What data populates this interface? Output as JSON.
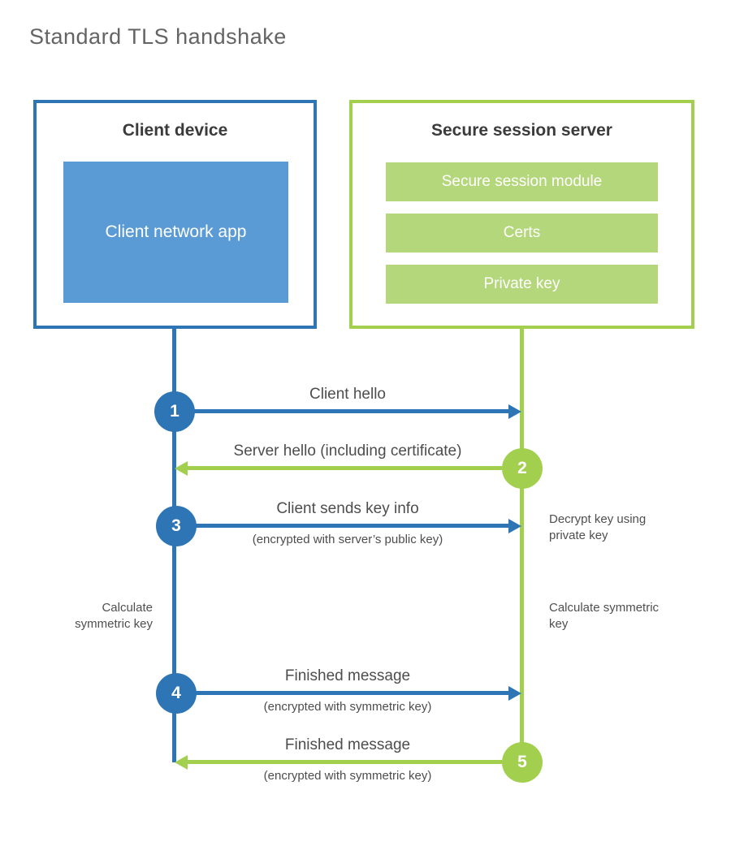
{
  "title": "Standard TLS handshake",
  "client": {
    "title": "Client device",
    "app_label": "Client network app"
  },
  "server": {
    "title": "Secure session server",
    "modules": [
      "Secure session module",
      "Certs",
      "Private key"
    ]
  },
  "steps": [
    {
      "number": "1",
      "label": "Client hello",
      "sublabel": "",
      "direction": "right",
      "color": "blue"
    },
    {
      "number": "2",
      "label": "Server hello (including certificate)",
      "sublabel": "",
      "direction": "left",
      "color": "green"
    },
    {
      "number": "3",
      "label": "Client sends key info",
      "sublabel": "(encrypted with server’s public key)",
      "direction": "right",
      "color": "blue"
    },
    {
      "number": "4",
      "label": "Finished message",
      "sublabel": "(encrypted with symmetric key)",
      "direction": "right",
      "color": "blue"
    },
    {
      "number": "5",
      "label": "Finished message",
      "sublabel": "(encrypted with symmetric key)",
      "direction": "left",
      "color": "green"
    }
  ],
  "annotations": {
    "decrypt_key": "Decrypt key using private key",
    "calculate_left": "Calculate symmetric key",
    "calculate_right": "Calculate symmetric key"
  },
  "colors": {
    "blue": "#2e75b6",
    "blue_light": "#5b9bd5",
    "green": "#a3cf4f",
    "green_light": "#b4d77b"
  }
}
